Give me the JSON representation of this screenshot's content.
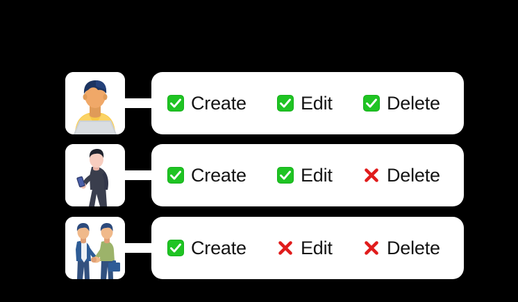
{
  "background_color": "#000000",
  "card_color": "#ffffff",
  "colors": {
    "allowed": "#15b01a",
    "denied": "#e01b1b",
    "text": "#141414",
    "connector": "#ffffff"
  },
  "permission_columns": [
    "Create",
    "Edit",
    "Delete"
  ],
  "rows": [
    {
      "avatar_name": "avatar-person-laptop",
      "permissions": [
        {
          "label": "Create",
          "state": "allowed",
          "icon": "check-box-icon"
        },
        {
          "label": "Edit",
          "state": "allowed",
          "icon": "check-box-icon"
        },
        {
          "label": "Delete",
          "state": "allowed",
          "icon": "check-box-icon"
        }
      ]
    },
    {
      "avatar_name": "avatar-person-phone",
      "permissions": [
        {
          "label": "Create",
          "state": "allowed",
          "icon": "check-box-icon"
        },
        {
          "label": "Edit",
          "state": "allowed",
          "icon": "check-box-icon"
        },
        {
          "label": "Delete",
          "state": "denied",
          "icon": "cross-mark-icon"
        }
      ]
    },
    {
      "avatar_name": "avatar-people-handshake",
      "permissions": [
        {
          "label": "Create",
          "state": "allowed",
          "icon": "check-box-icon"
        },
        {
          "label": "Edit",
          "state": "denied",
          "icon": "cross-mark-icon"
        },
        {
          "label": "Delete",
          "state": "denied",
          "icon": "cross-mark-icon"
        }
      ]
    }
  ]
}
